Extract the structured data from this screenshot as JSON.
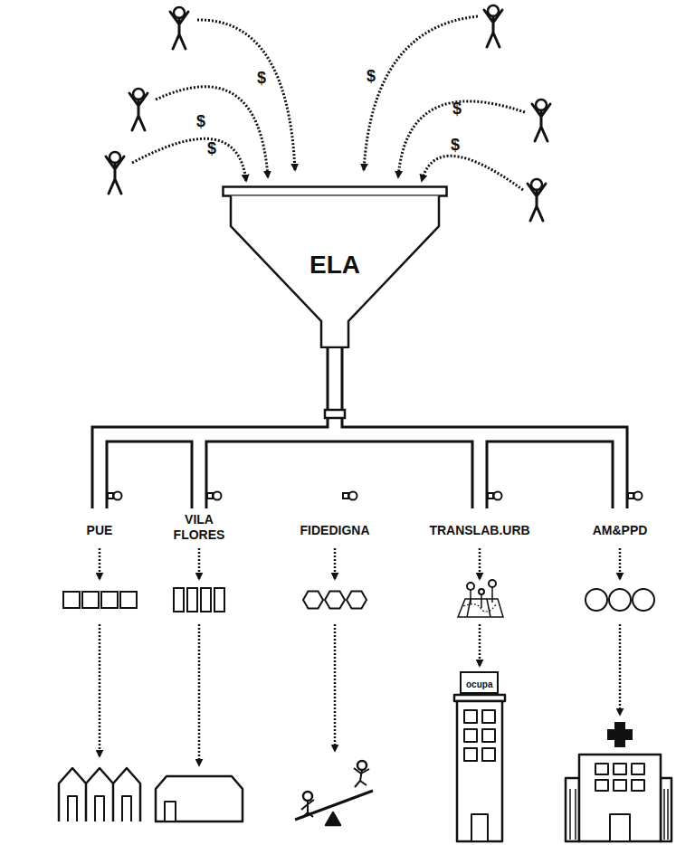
{
  "diagram": {
    "nodes": [
      {
        "text": [
          "ELA"
        ]
      },
      {
        "text": [
          "ocupa"
        ]
      }
    ],
    "labels": [
      "$",
      "$",
      "$",
      "$",
      "$",
      "$",
      "PUE",
      "VILA FLORES",
      "FIDEDIGNA",
      "TRANSLAB.URB",
      "AM&PPD"
    ]
  }
}
